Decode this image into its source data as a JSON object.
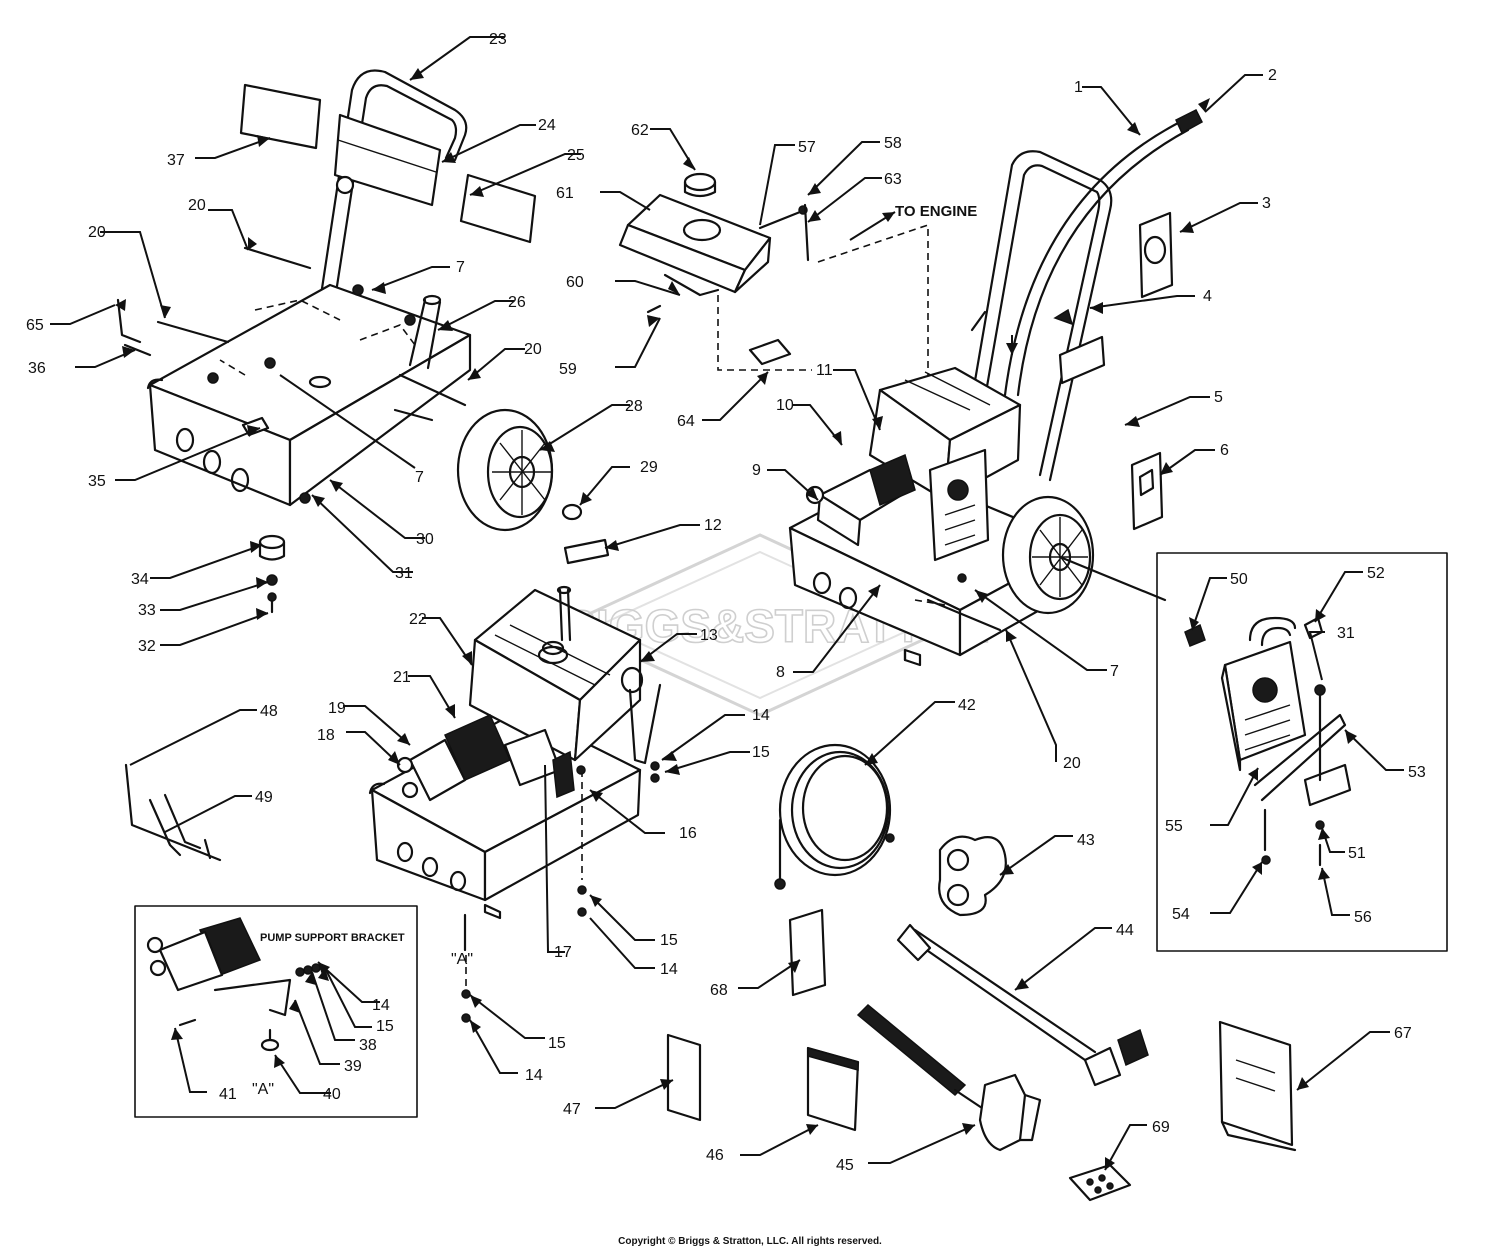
{
  "diagram": {
    "watermark": "BRIGGS&STRATTON",
    "copyright": "Copyright © Briggs & Stratton, LLC. All rights reserved.",
    "notes": {
      "to_engine": "TO ENGINE",
      "pump_support_bracket": "PUMP SUPPORT BRACKET",
      "ref_a_main": "\"A\"",
      "ref_a_inset": "\"A\""
    },
    "callouts": [
      {
        "id": "c1",
        "label": "1"
      },
      {
        "id": "c2",
        "label": "2"
      },
      {
        "id": "c3",
        "label": "3"
      },
      {
        "id": "c4",
        "label": "4"
      },
      {
        "id": "c5",
        "label": "5"
      },
      {
        "id": "c6",
        "label": "6"
      },
      {
        "id": "c7a",
        "label": "7"
      },
      {
        "id": "c7b",
        "label": "7"
      },
      {
        "id": "c7c",
        "label": "7"
      },
      {
        "id": "c8",
        "label": "8"
      },
      {
        "id": "c9",
        "label": "9"
      },
      {
        "id": "c10",
        "label": "10"
      },
      {
        "id": "c11",
        "label": "11"
      },
      {
        "id": "c12",
        "label": "12"
      },
      {
        "id": "c13",
        "label": "13"
      },
      {
        "id": "c14a",
        "label": "14"
      },
      {
        "id": "c14b",
        "label": "14"
      },
      {
        "id": "c14c",
        "label": "14"
      },
      {
        "id": "c14d",
        "label": "14"
      },
      {
        "id": "c15a",
        "label": "15"
      },
      {
        "id": "c15b",
        "label": "15"
      },
      {
        "id": "c15c",
        "label": "15"
      },
      {
        "id": "c15d",
        "label": "15"
      },
      {
        "id": "c16",
        "label": "16"
      },
      {
        "id": "c17",
        "label": "17"
      },
      {
        "id": "c18",
        "label": "18"
      },
      {
        "id": "c19",
        "label": "19"
      },
      {
        "id": "c20a",
        "label": "20"
      },
      {
        "id": "c20b",
        "label": "20"
      },
      {
        "id": "c20c",
        "label": "20"
      },
      {
        "id": "c20d",
        "label": "20"
      },
      {
        "id": "c21",
        "label": "21"
      },
      {
        "id": "c22",
        "label": "22"
      },
      {
        "id": "c23",
        "label": "23"
      },
      {
        "id": "c24",
        "label": "24"
      },
      {
        "id": "c25",
        "label": "25"
      },
      {
        "id": "c26",
        "label": "26"
      },
      {
        "id": "c28",
        "label": "28"
      },
      {
        "id": "c29",
        "label": "29"
      },
      {
        "id": "c30",
        "label": "30"
      },
      {
        "id": "c31a",
        "label": "31"
      },
      {
        "id": "c31b",
        "label": "31"
      },
      {
        "id": "c32",
        "label": "32"
      },
      {
        "id": "c33",
        "label": "33"
      },
      {
        "id": "c34",
        "label": "34"
      },
      {
        "id": "c35",
        "label": "35"
      },
      {
        "id": "c36",
        "label": "36"
      },
      {
        "id": "c37",
        "label": "37"
      },
      {
        "id": "c38",
        "label": "38"
      },
      {
        "id": "c39",
        "label": "39"
      },
      {
        "id": "c40",
        "label": "40"
      },
      {
        "id": "c41",
        "label": "41"
      },
      {
        "id": "c42",
        "label": "42"
      },
      {
        "id": "c43",
        "label": "43"
      },
      {
        "id": "c44",
        "label": "44"
      },
      {
        "id": "c45",
        "label": "45"
      },
      {
        "id": "c46",
        "label": "46"
      },
      {
        "id": "c47",
        "label": "47"
      },
      {
        "id": "c48",
        "label": "48"
      },
      {
        "id": "c49",
        "label": "49"
      },
      {
        "id": "c50",
        "label": "50"
      },
      {
        "id": "c51",
        "label": "51"
      },
      {
        "id": "c52",
        "label": "52"
      },
      {
        "id": "c53",
        "label": "53"
      },
      {
        "id": "c54",
        "label": "54"
      },
      {
        "id": "c55",
        "label": "55"
      },
      {
        "id": "c56",
        "label": "56"
      },
      {
        "id": "c57",
        "label": "57"
      },
      {
        "id": "c58",
        "label": "58"
      },
      {
        "id": "c59",
        "label": "59"
      },
      {
        "id": "c60",
        "label": "60"
      },
      {
        "id": "c61",
        "label": "61"
      },
      {
        "id": "c62",
        "label": "62"
      },
      {
        "id": "c63",
        "label": "63"
      },
      {
        "id": "c64",
        "label": "64"
      },
      {
        "id": "c65",
        "label": "65"
      },
      {
        "id": "c67",
        "label": "67"
      },
      {
        "id": "c68",
        "label": "68"
      },
      {
        "id": "c69",
        "label": "69"
      }
    ]
  }
}
